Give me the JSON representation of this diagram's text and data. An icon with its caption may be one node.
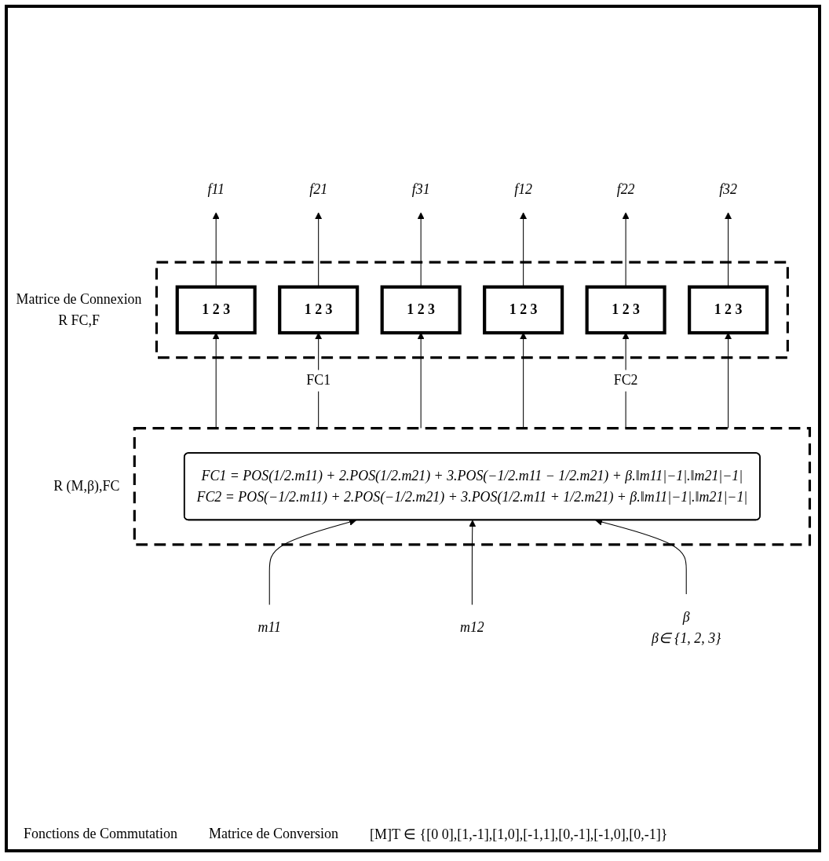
{
  "diagram": {
    "nodes": [
      {
        "text": [
          "Matrice de Connexion",
          "R FC,F"
        ]
      },
      {
        "text": [
          "1 2 3"
        ],
        "in": 0
      },
      {
        "text": [
          "1 2 3"
        ],
        "in": 0
      },
      {
        "text": [
          "1 2 3"
        ],
        "in": 0
      },
      {
        "text": [
          "1 2 3"
        ],
        "in": 0
      },
      {
        "text": [
          "1 2 3"
        ],
        "in": 0
      },
      {
        "text": [
          "1 2 3"
        ],
        "in": 0
      },
      {
        "text": [
          "f11"
        ]
      },
      {
        "text": [
          "f21"
        ]
      },
      {
        "text": [
          "f31"
        ]
      },
      {
        "text": [
          "f12"
        ]
      },
      {
        "text": [
          "f22"
        ]
      },
      {
        "text": [
          "f32"
        ]
      },
      {
        "text": [
          "R (M,β),FC"
        ]
      },
      {
        "text": [
          "FC1 = POS(1/2.m11) + 2.POS(1/2.m21) + 3.POS(−1/2.m11 − 1/2.m21) + β.‖m11|−1|.‖m21|−1|",
          "FC2 = POS(−1/2.m11) + 2.POS(−1/2.m21) + 3.POS(1/2.m11 + 1/2.m21) + β.‖m11|−1|.‖m21|−1|"
        ],
        "in": 13
      },
      {
        "text": [
          "m11"
        ]
      },
      {
        "text": [
          "m12"
        ]
      },
      {
        "text": [
          "β",
          "β∈ {1, 2, 3}"
        ]
      }
    ],
    "edges": [
      {
        "from": 1,
        "to": 7,
        "arrow": "to"
      },
      {
        "from": 2,
        "to": 8,
        "arrow": "to"
      },
      {
        "from": 3,
        "to": 9,
        "arrow": "to"
      },
      {
        "from": 4,
        "to": 10,
        "arrow": "to"
      },
      {
        "from": 5,
        "to": 11,
        "arrow": "to"
      },
      {
        "from": 6,
        "to": 12,
        "arrow": "to"
      },
      {
        "from": 13,
        "to": 1,
        "arrow": "to"
      },
      {
        "from": 13,
        "to": 2,
        "arrow": "to",
        "label": "FC1"
      },
      {
        "from": 13,
        "to": 3,
        "arrow": "to"
      },
      {
        "from": 13,
        "to": 4,
        "arrow": "to"
      },
      {
        "from": 13,
        "to": 5,
        "arrow": "to",
        "label": "FC2"
      },
      {
        "from": 13,
        "to": 6,
        "arrow": "to"
      },
      {
        "from": 15,
        "to": 14,
        "arrow": "to"
      },
      {
        "from": 16,
        "to": 14,
        "arrow": "to"
      },
      {
        "from": 17,
        "to": 14,
        "arrow": "to"
      }
    ],
    "labels": [
      "Fonctions de Commutation",
      "Matrice de Conversion",
      "[M]T ∈ {[0 0],[1,-1],[1,0],[-1,1],[0,-1],[-1,0],[0,-1]}"
    ]
  }
}
